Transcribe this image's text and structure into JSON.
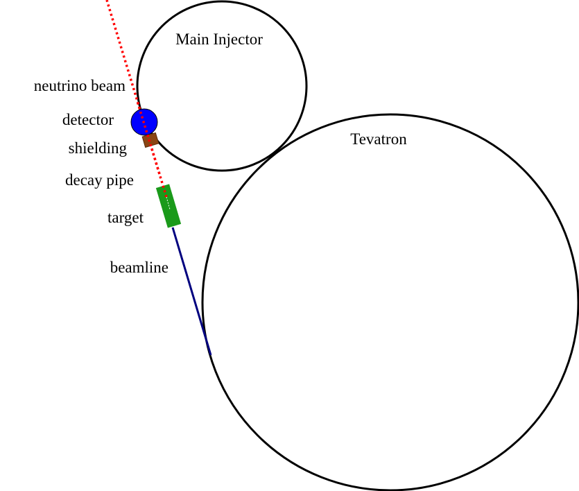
{
  "labels": {
    "main_injector": "Main Injector",
    "tevatron": "Tevatron",
    "neutrino_beam": "neutrino beam",
    "detector": "detector",
    "shielding": "shielding",
    "decay_pipe": "decay pipe",
    "target": "target",
    "beamline": "beamline"
  },
  "colors": {
    "ring_stroke": "#000000",
    "beamline": "#00007f",
    "neutrino_beam": "#ff0000",
    "detector": "#0000ff",
    "shielding": "#8b4513",
    "target": "#1a9a1a"
  }
}
